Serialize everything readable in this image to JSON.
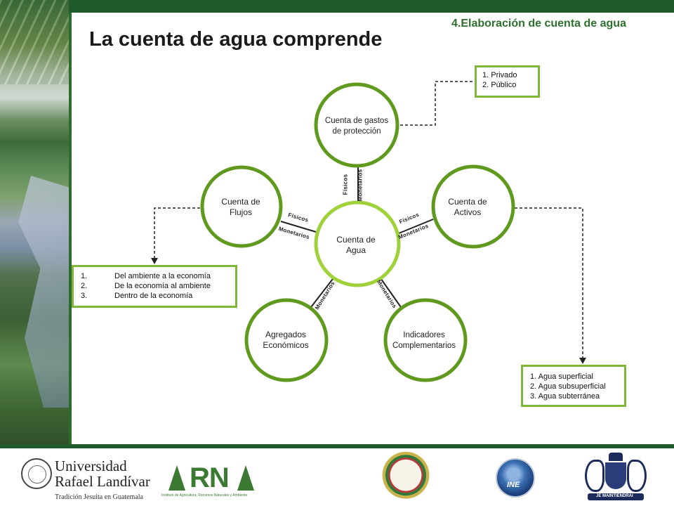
{
  "header": {
    "title": "La cuenta de agua comprende",
    "section": "4.Elaboración de cuenta de agua"
  },
  "colors": {
    "dark_green": "#1f5a2a",
    "ring_green": "#5f9a1f",
    "center_ring": "#9fd13b",
    "box_border": "#7fb539"
  },
  "diagram": {
    "center": {
      "line1": "Cuenta de",
      "line2": "Agua"
    },
    "top": {
      "line1": "Cuenta de gastos",
      "line2": "de protección"
    },
    "left": {
      "line1": "Cuenta de",
      "line2": "Flujos"
    },
    "right": {
      "line1": "Cuenta de",
      "line2": "Activos"
    },
    "bottom_left": {
      "line1": "Agregados",
      "line2": "Económicos"
    },
    "bottom_right": {
      "line1": "Indicadores",
      "line2": "Complementarios"
    },
    "connectors": {
      "fisicos": "Físicos",
      "monetarios": "Monetarios"
    }
  },
  "boxes": {
    "top_right": [
      "1. Privado",
      "2. Público"
    ],
    "left": [
      {
        "num": "1.",
        "text": "Del ambiente a la economía"
      },
      {
        "num": "2.",
        "text": "De la economía al ambiente"
      },
      {
        "num": "3.",
        "text": "Dentro de la economía"
      }
    ],
    "bottom_right": [
      "1. Agua superficial",
      "2. Agua subsuperficial",
      "3. Agua subterránea"
    ]
  },
  "logos": {
    "url_name_line1": "Universidad",
    "url_name_line2": "Rafael Landívar",
    "url_tagline": "Tradición Jesuita en Guatemala",
    "irn_mark": "RN",
    "irn_sub": "Instituto de Agricultura, Recursos Naturales y Ambiente",
    "ine_mark": "INE",
    "nl_motto": "JE MAINTIENDRAI"
  }
}
